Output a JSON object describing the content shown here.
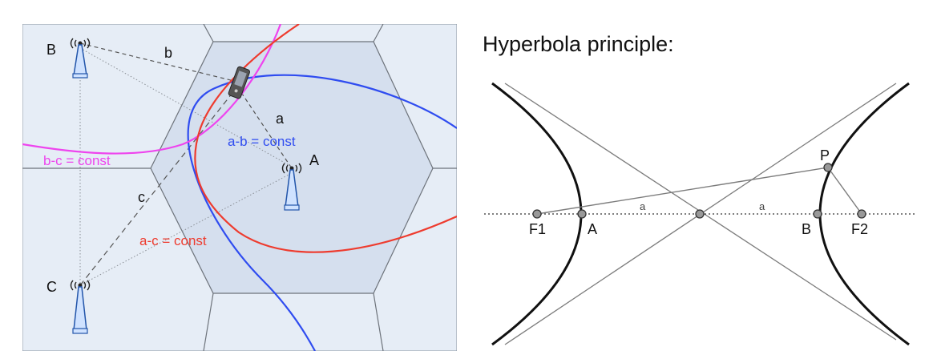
{
  "left_diagram": {
    "towers": {
      "B": {
        "label": "B"
      },
      "A": {
        "label": "A"
      },
      "C": {
        "label": "C"
      }
    },
    "distance_labels": {
      "a": "a",
      "b": "b",
      "c": "c"
    },
    "curves": {
      "ab": {
        "label": "a-b = const",
        "color": "#2f4cf0"
      },
      "bc": {
        "label": "b-c = const",
        "color": "#ee44ee"
      },
      "ac": {
        "label": "a-c = const",
        "color": "#ee3b2e"
      }
    },
    "background_color": "#e6edf6",
    "center_cell_color": "#d5dfee"
  },
  "right_diagram": {
    "title": "Hyperbola principle:",
    "points": {
      "F1": "F1",
      "A": "A",
      "B": "B",
      "F2": "F2",
      "P": "P"
    },
    "semi_axis_labels": {
      "left": "a",
      "right": "a"
    }
  }
}
